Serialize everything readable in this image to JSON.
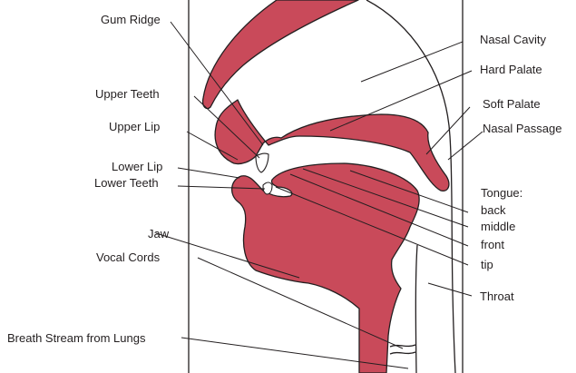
{
  "colors": {
    "tissue": "#c94a5a",
    "ink": "#231f20",
    "background": "#ffffff"
  },
  "labels": {
    "gum_ridge": "Gum Ridge",
    "upper_teeth": "Upper Teeth",
    "upper_lip": "Upper Lip",
    "lower_lip": "Lower Lip",
    "lower_teeth": "Lower Teeth",
    "jaw": "Jaw",
    "vocal_cords": "Vocal Cords",
    "breath_stream": "Breath Stream from Lungs",
    "nasal_cavity": "Nasal Cavity",
    "hard_palate": "Hard Palate",
    "soft_palate": "Soft Palate",
    "nasal_passage": "Nasal Passage",
    "tongue_heading": "Tongue:",
    "tongue_back": "back",
    "tongue_middle": "middle",
    "tongue_front": "front",
    "tongue_tip": "tip",
    "throat": "Throat"
  }
}
